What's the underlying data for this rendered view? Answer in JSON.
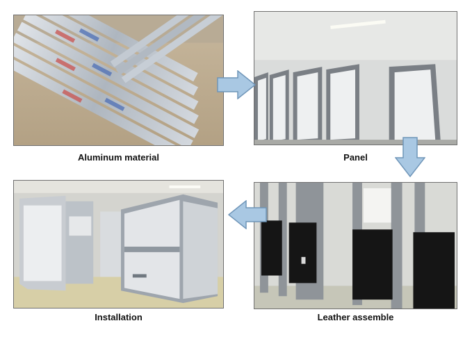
{
  "steps": [
    {
      "caption": "Aluminum material"
    },
    {
      "caption": "Panel"
    },
    {
      "caption": "Installation"
    },
    {
      "caption": "Leather assemble"
    }
  ],
  "colors": {
    "arrow_fill": "#a9c8e3",
    "arrow_stroke": "#6f95b8",
    "frame_border": "#6f6f6f"
  }
}
